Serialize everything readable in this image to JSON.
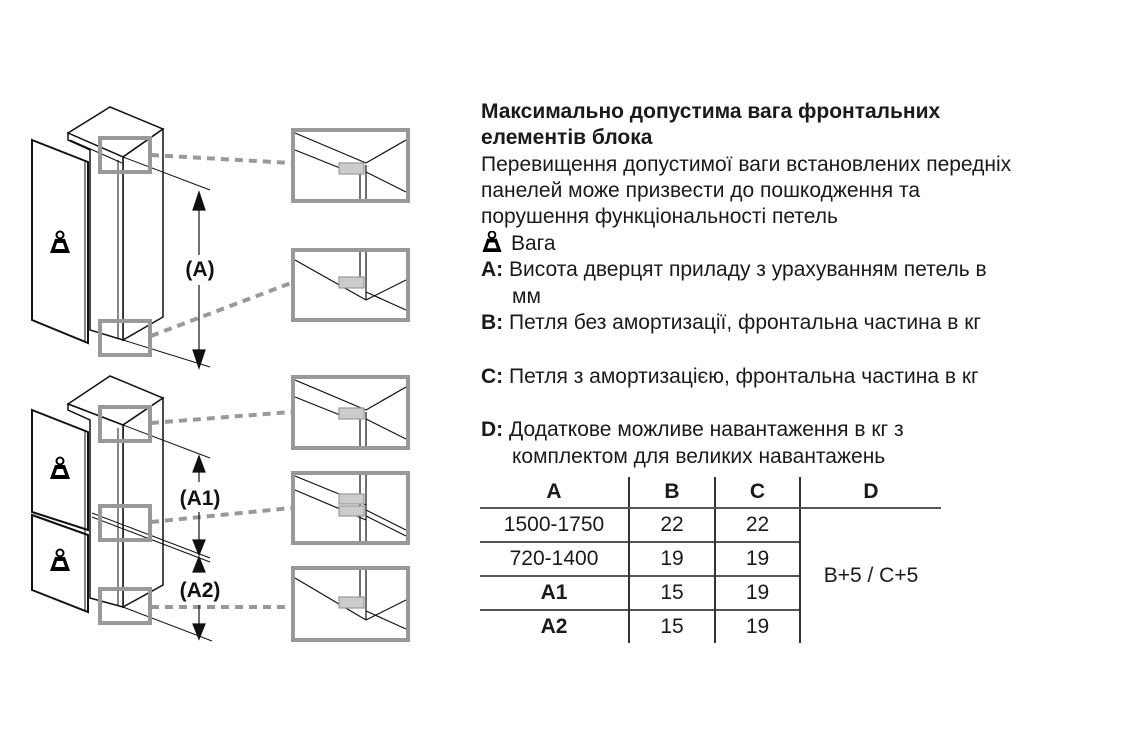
{
  "diagram": {
    "label_a": "(A)",
    "label_a1": "(A1)",
    "label_a2": "(A2)"
  },
  "text": {
    "title_line1": "Максимально допустима вага фронтальних",
    "title_line2": "елементів блока",
    "desc_line1": "Перевищення допустимої ваги встановлених передніх",
    "desc_line2": "панелей може призвести до пошкодження та",
    "desc_line3": "порушення функціональності петель",
    "weight_label": "Вага",
    "a_key": "A:",
    "a_line1": "Висота дверцят приладу з урахуванням петель в",
    "a_line2": "мм",
    "b_key": "B:",
    "b_text": "Петля без амортизації, фронтальна частина в кг",
    "c_key": "C:",
    "c_text": "Петля з амортизацією, фронтальна частина в кг",
    "d_key": "D:",
    "d_line1": "Додаткове можливе навантаження в кг з",
    "d_line2": "комплектом для великих навантажень"
  },
  "table": {
    "headers": [
      "A",
      "B",
      "C",
      "D"
    ],
    "rows": [
      [
        "1500-1750",
        "22",
        "22"
      ],
      [
        "720-1400",
        "19",
        "19"
      ],
      [
        "A1",
        "15",
        "19"
      ],
      [
        "A2",
        "15",
        "19"
      ]
    ],
    "d_value": "B+5 / C+5"
  }
}
